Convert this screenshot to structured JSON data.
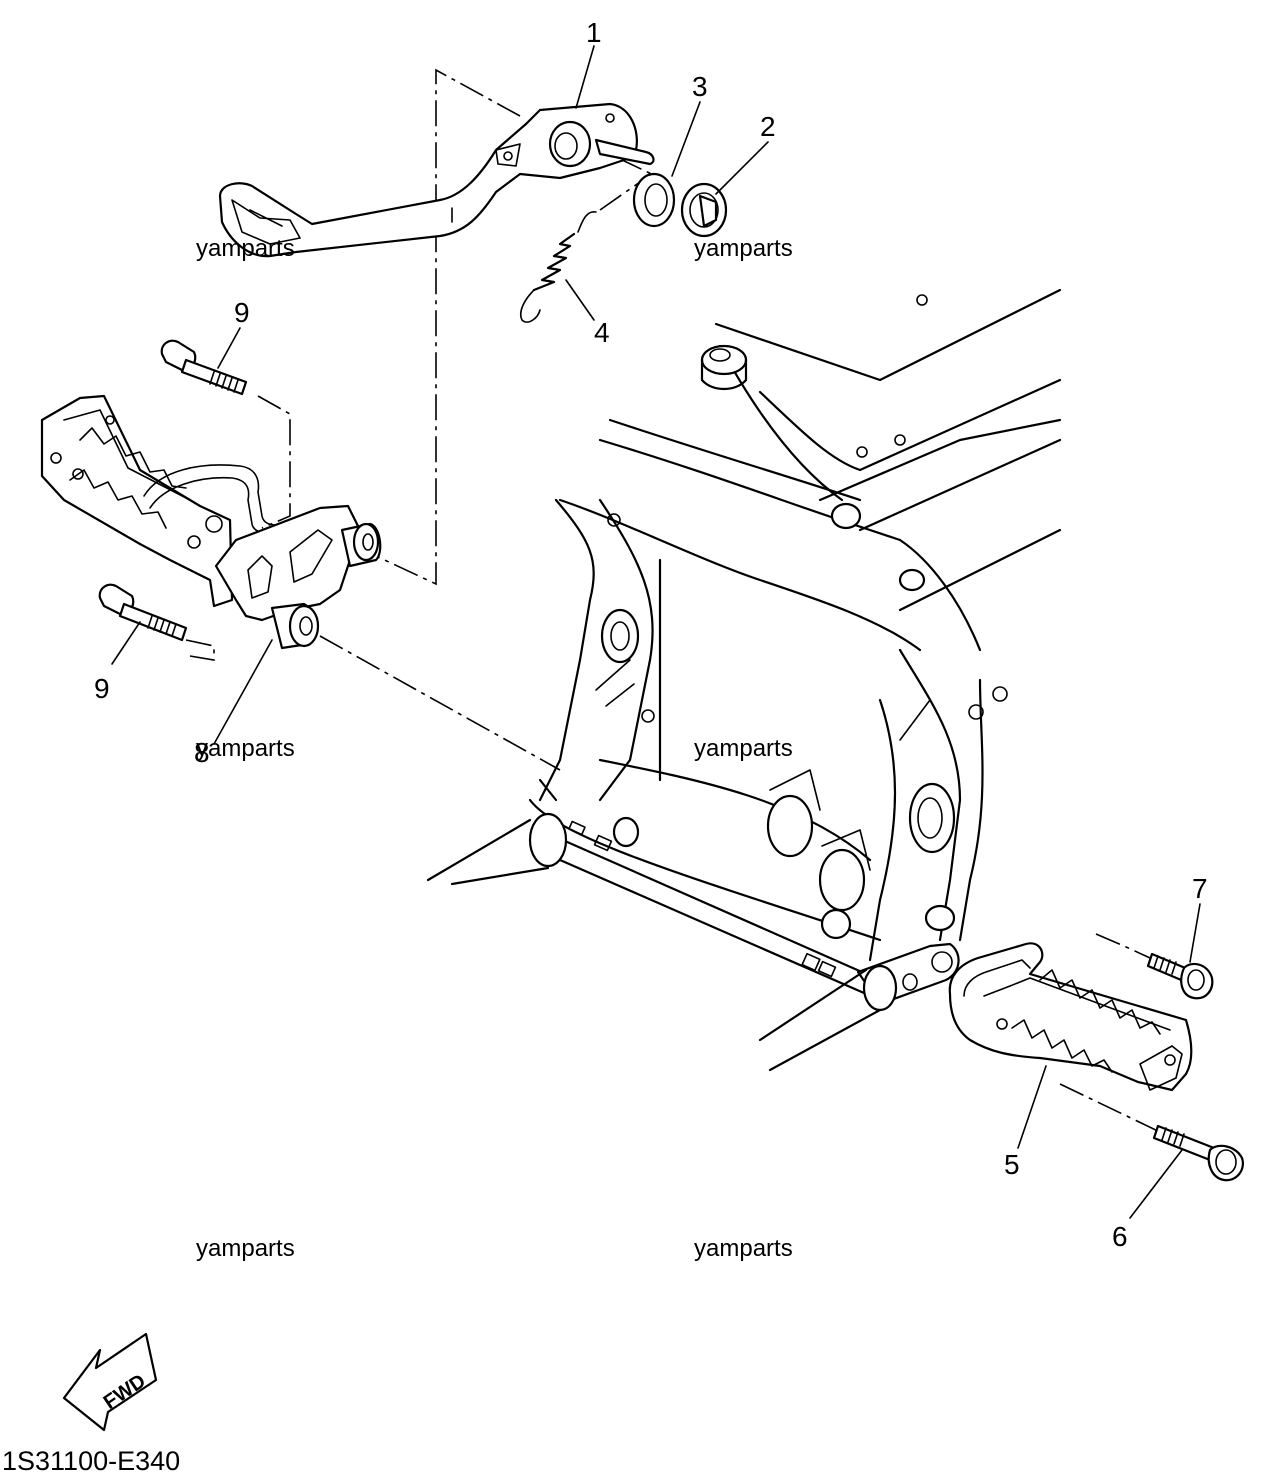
{
  "callouts": {
    "p1": "1",
    "p2": "2",
    "p3": "3",
    "p4": "4",
    "p5": "5",
    "p6": "6",
    "p7": "7",
    "p8": "8",
    "p9a": "9",
    "p9b": "9"
  },
  "watermarks": [
    "yamparts",
    "yamparts",
    "yamparts",
    "yamparts",
    "yamparts",
    "yamparts"
  ],
  "direction_label": "FWD",
  "diagram_code": "1S31100-E340"
}
